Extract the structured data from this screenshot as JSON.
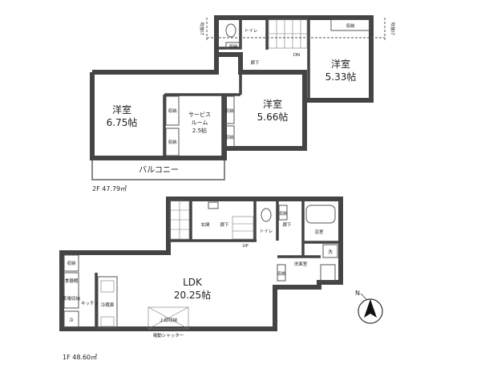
{
  "floor2": {
    "area_label": "2F 47.79㎡",
    "rooms": {
      "western_a": {
        "name": "洋室",
        "size": "6.75帖"
      },
      "service": {
        "name_line1": "サービス",
        "name_line2": "ルーム",
        "size": "2.5帖"
      },
      "western_b": {
        "name": "洋室",
        "size": "5.66帖"
      },
      "western_c": {
        "name": "洋室",
        "size": "5.33帖"
      },
      "balcony": "バルコニー",
      "hall": "廊下",
      "toilet": "トイレ",
      "closet": "収納"
    },
    "stair_dn": "DN",
    "fukinuke_label": "吹抜け"
  },
  "floor1": {
    "area_label": "1F 48.60㎡",
    "rooms": {
      "ldk": {
        "name": "LDK",
        "size": "20.25帖"
      },
      "genkan": "玄関",
      "hall": "廊下",
      "toilet": "トイレ",
      "bath": "浴室",
      "washroom": "洗面室",
      "closet": "収納",
      "washer": "洗",
      "fridge": "冷"
    },
    "stair_up": "UP",
    "shutter": "電動シャッター",
    "ceiling_storage": "上部収納",
    "side_small_1": "食器棚",
    "side_small_2": "家電収納",
    "side_small_3": "キッチン",
    "side_small_4": "冷蔵庫"
  },
  "compass": {
    "north": "N"
  }
}
